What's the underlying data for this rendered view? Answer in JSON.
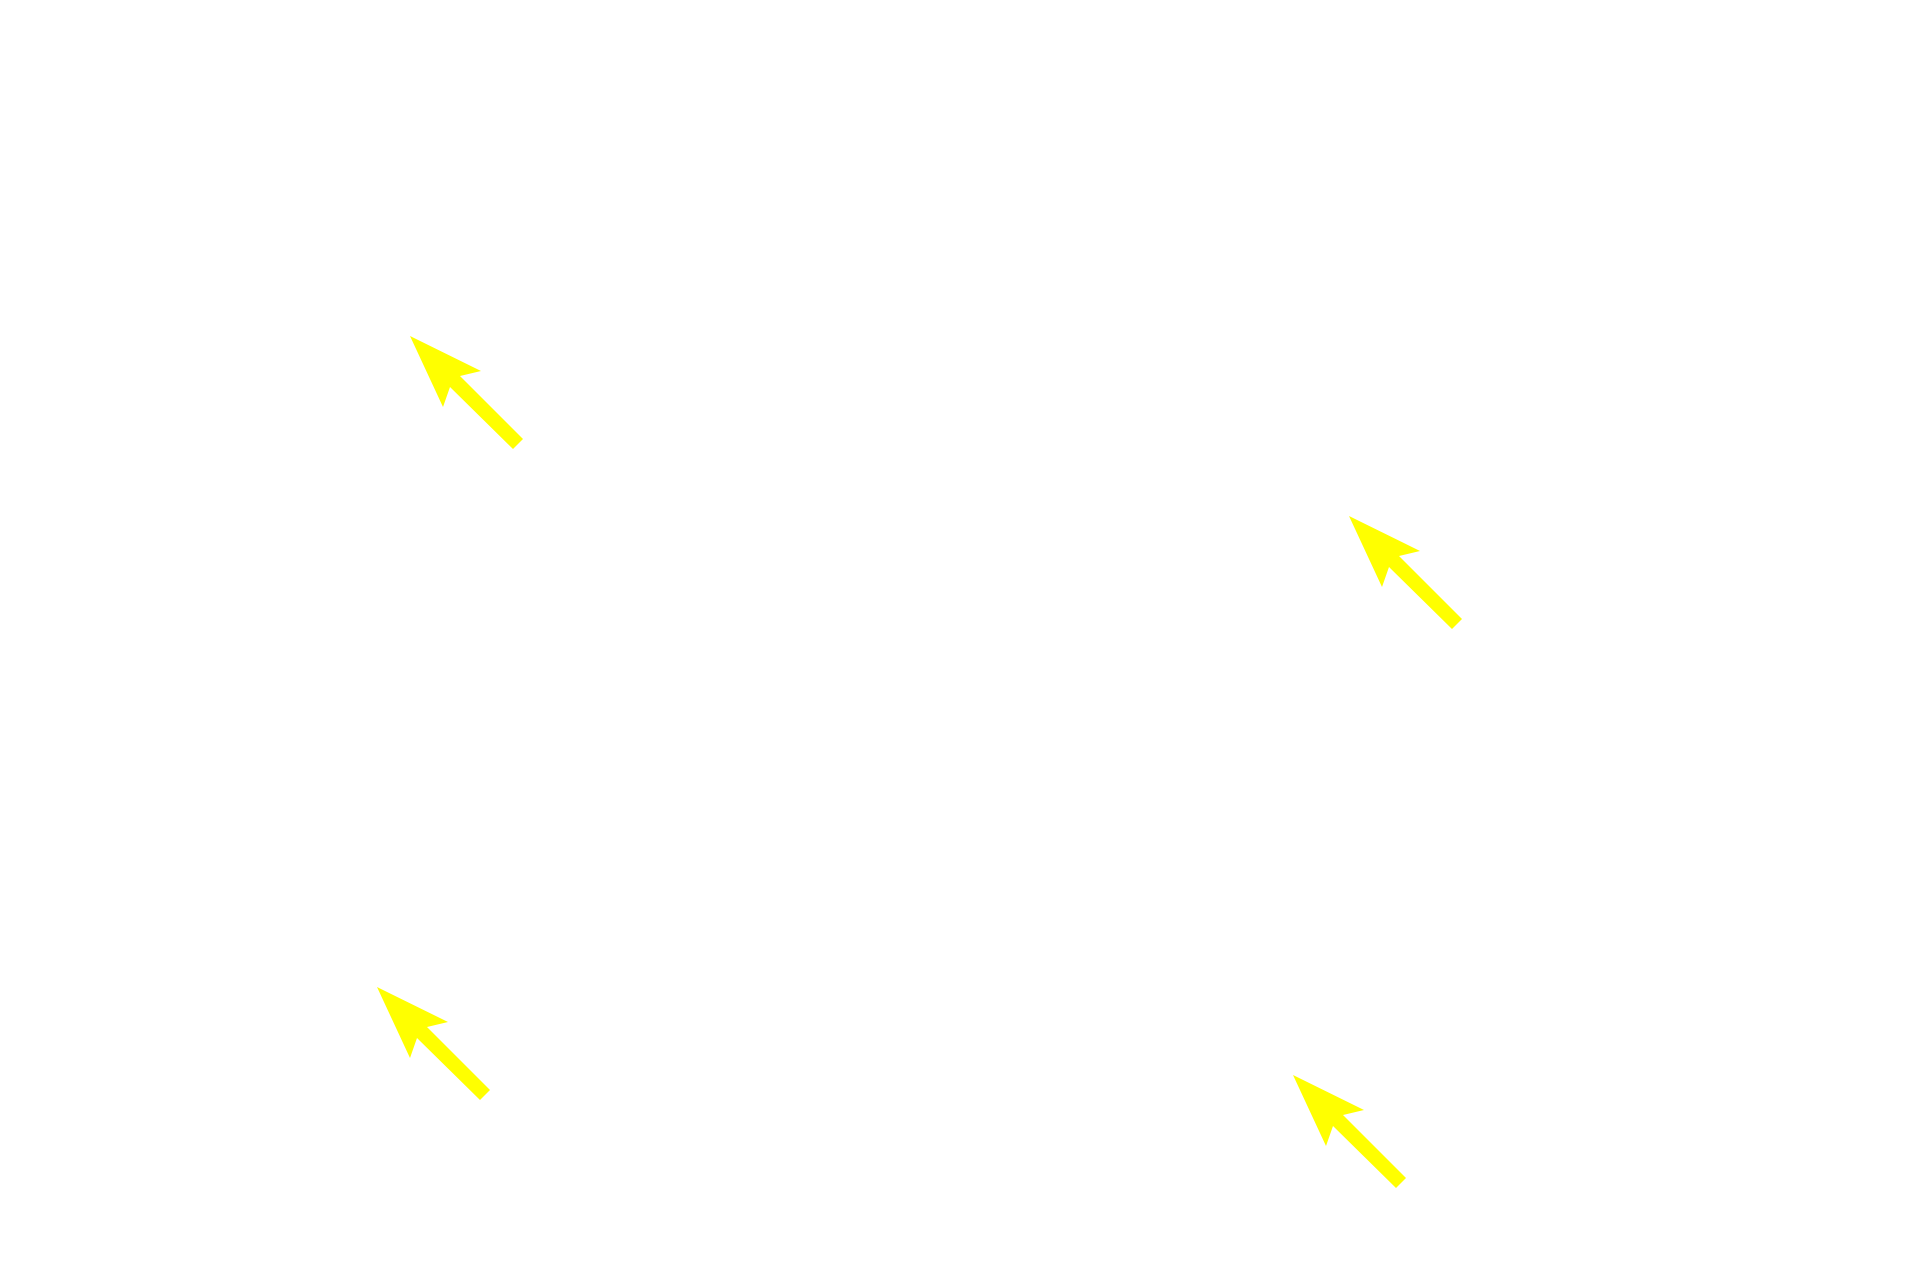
{
  "background_color": "#ffffff",
  "arrow_color": "#ffff00",
  "arrows": [
    {
      "id": "arrow-1",
      "direction": "up-left"
    },
    {
      "id": "arrow-2",
      "direction": "up-left"
    },
    {
      "id": "arrow-3",
      "direction": "up-left"
    },
    {
      "id": "arrow-4",
      "direction": "up-left"
    }
  ]
}
